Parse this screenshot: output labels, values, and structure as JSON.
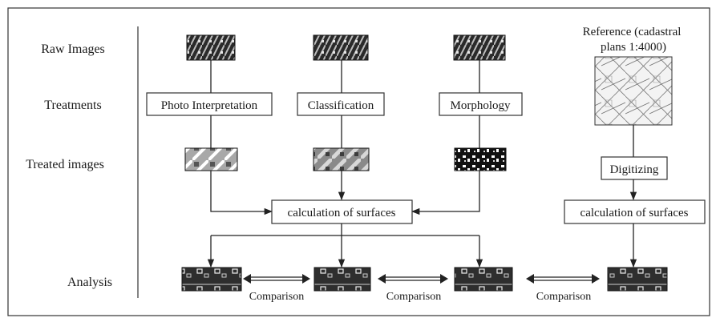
{
  "row_labels": {
    "raw": "Raw Images",
    "treatments": "Treatments",
    "treated": "Treated images",
    "analysis": "Analysis"
  },
  "reference": {
    "line1": "Reference (cadastral",
    "line2": "plans  1:4000)"
  },
  "treatments": {
    "photo": "Photo Interpretation",
    "classification": "Classification",
    "morphology": "Morphology",
    "digitizing": "Digitizing"
  },
  "calc": {
    "left": "calculation of surfaces",
    "right": "calculation of surfaces"
  },
  "comparison": {
    "c1": "Comparison",
    "c2": "Comparison",
    "c3": "Comparison"
  }
}
